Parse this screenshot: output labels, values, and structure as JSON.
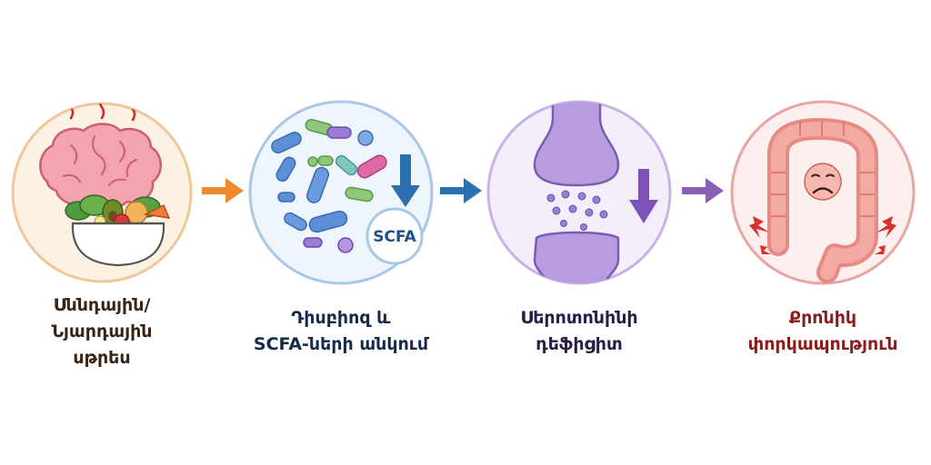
{
  "steps": [
    {
      "id": "stress",
      "label_lines": [
        "Սննդային/",
        "Նյարդային",
        "սթրես"
      ],
      "ring_color": "#f0c79a",
      "fill_color": "#fdf1e4",
      "label_color": "#3a2415",
      "icons": [
        "brain-icon",
        "salad-bowl-icon",
        "stress-squiggle-icon"
      ]
    },
    {
      "id": "dysbiosis",
      "label_lines": [
        "Դիսբիոզ և",
        "SCFA-ների անկում"
      ],
      "ring_color": "#a9c7e8",
      "fill_color": "#eef5fc",
      "label_color": "#162a4a",
      "badge": "SCFA",
      "icons": [
        "bacteria-icon",
        "down-arrow-icon"
      ]
    },
    {
      "id": "serotonin",
      "label_lines": [
        "Սերոտոնինի",
        "դեֆիցիտ"
      ],
      "ring_color": "#c8b2e6",
      "fill_color": "#f4eefb",
      "label_color": "#2b1c48",
      "icons": [
        "synapse-icon",
        "down-arrow-icon"
      ]
    },
    {
      "id": "inflammation",
      "label_lines": [
        "Քրոնիկ",
        "փորկապություն"
      ],
      "ring_color": "#e8a5a2",
      "fill_color": "#fcefee",
      "label_color": "#8a1d1a",
      "icons": [
        "colon-icon",
        "sad-face-icon",
        "pain-spark-icon"
      ]
    }
  ],
  "arrows": [
    {
      "color": "#ef8a2c",
      "icon": "right-arrow-icon"
    },
    {
      "color": "#2b6fae",
      "icon": "right-arrow-icon"
    },
    {
      "color": "#8a5fb4",
      "icon": "right-arrow-icon"
    }
  ]
}
